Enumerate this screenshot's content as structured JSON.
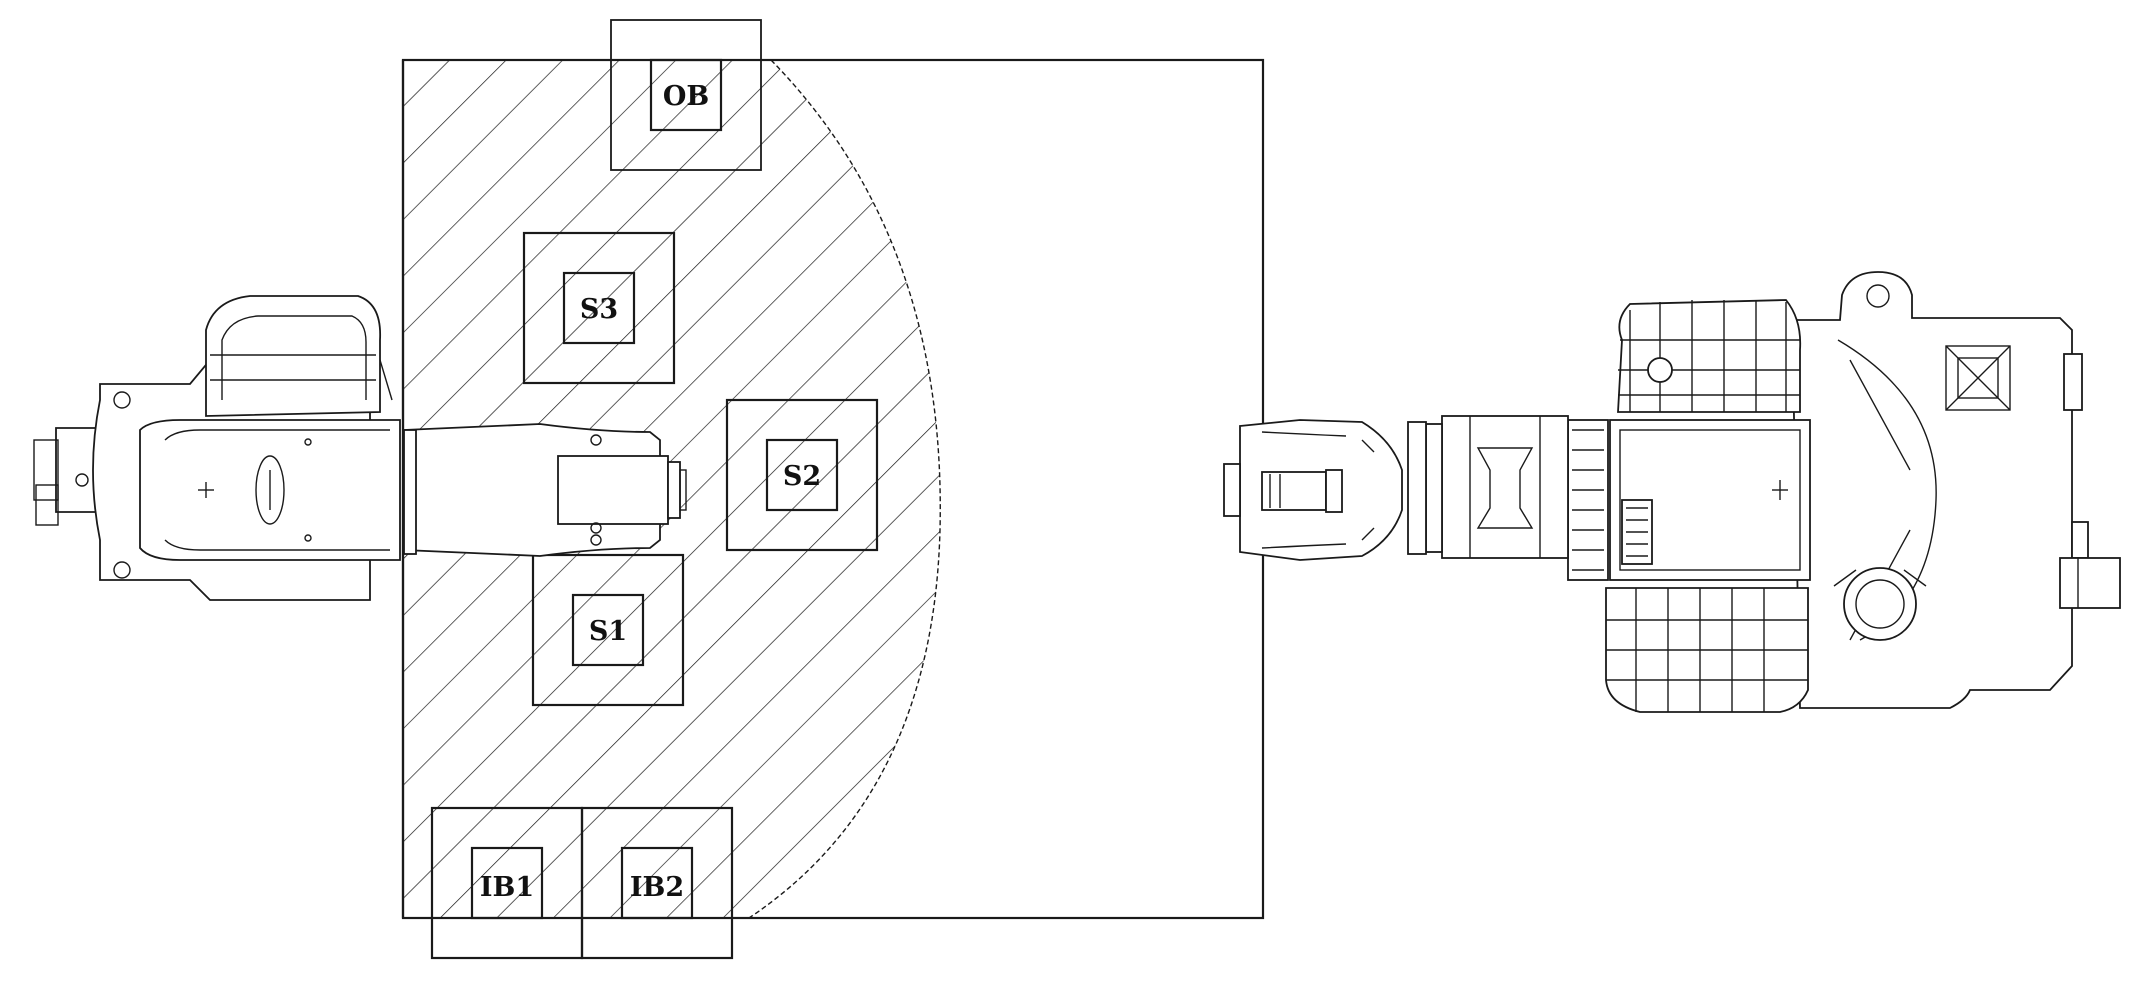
{
  "diagram": {
    "stations": [
      {
        "id": "ob",
        "label": "OB"
      },
      {
        "id": "s3",
        "label": "S3"
      },
      {
        "id": "s2",
        "label": "S2"
      },
      {
        "id": "s1",
        "label": "S1"
      },
      {
        "id": "ib1",
        "label": "IB1"
      },
      {
        "id": "ib2",
        "label": "IB2"
      }
    ]
  }
}
